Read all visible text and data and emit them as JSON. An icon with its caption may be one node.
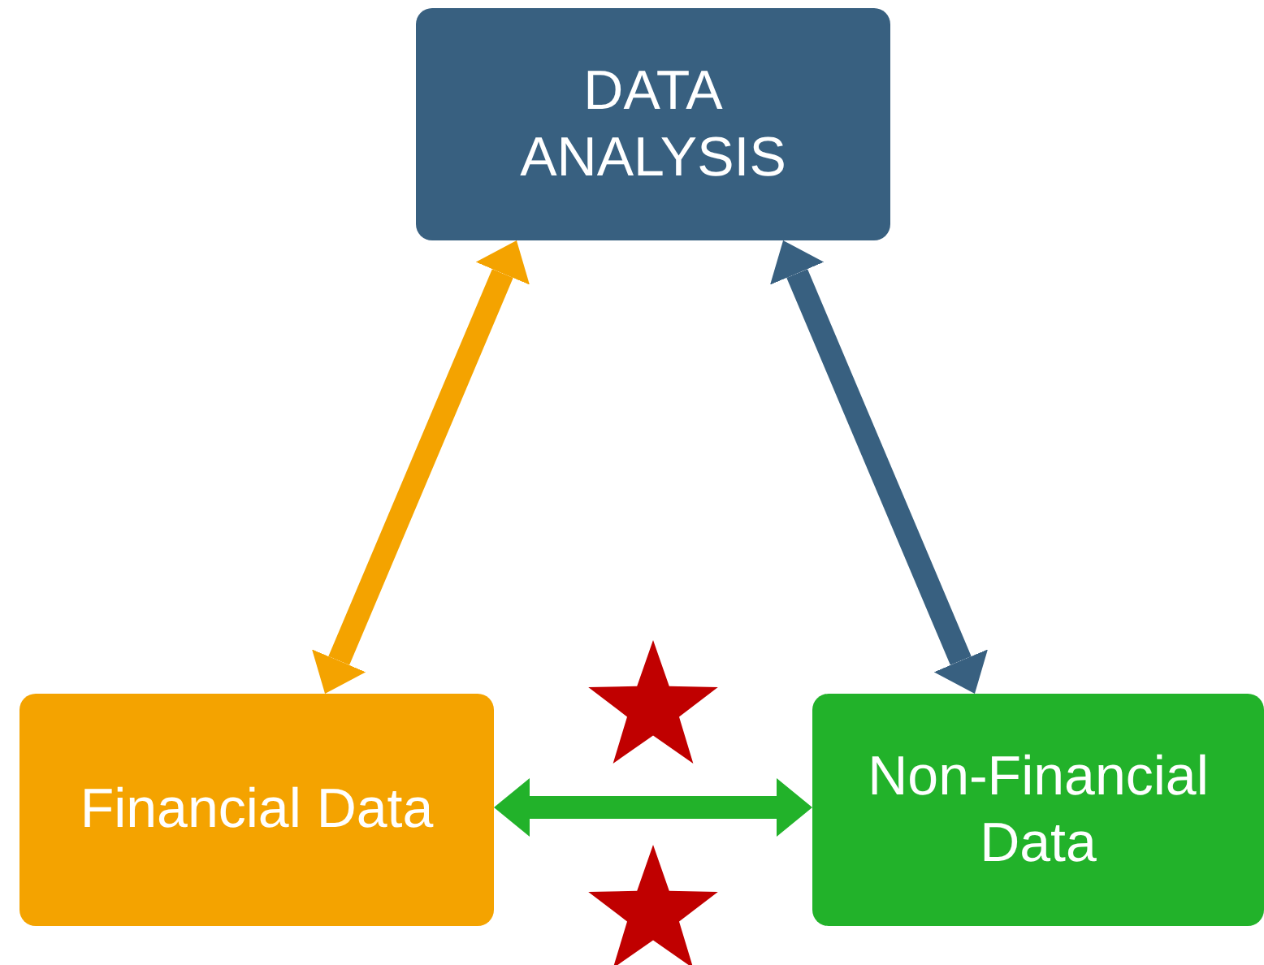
{
  "diagram": {
    "nodes": [
      {
        "text": [
          "DATA ANALYSIS"
        ]
      },
      {
        "text": [
          "Financial Data"
        ]
      },
      {
        "text": [
          "Non-Financial Data"
        ]
      }
    ],
    "edges": [
      {
        "from": 1,
        "to": 0,
        "arrow": "both",
        "color": "#f4a300"
      },
      {
        "from": 0,
        "to": 2,
        "arrow": "both",
        "color": "#386080"
      },
      {
        "from": 1,
        "to": 2,
        "arrow": "both",
        "color": "#22b22a"
      }
    ]
  }
}
